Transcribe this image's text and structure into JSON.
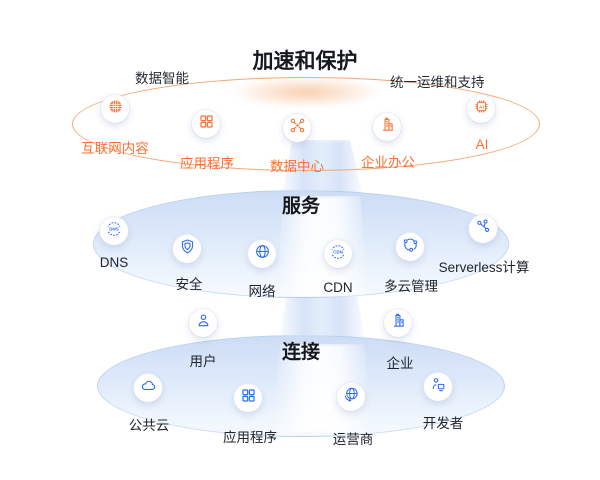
{
  "diagram": {
    "background": "#ffffff",
    "colors": {
      "accent_orange": "#ff6f2f",
      "ring_orange": "#f29e66",
      "glow_orange": "#f8cdac",
      "accent_blue": "#2e6bf0",
      "ellipse_blue_top": "#cddcf6",
      "ellipse_blue_bottom": "#f7fafe",
      "text_dark": "#20252d"
    },
    "tiers": [
      {
        "id": "accelerate-protect",
        "title": "加速和保护",
        "side_labels": [
          {
            "text": "数据智能"
          },
          {
            "text": "统一运维和支持"
          }
        ],
        "items": [
          {
            "label": "互联网内容",
            "icon": "globe-grid-icon"
          },
          {
            "label": "应用程序",
            "icon": "apps-grid-icon"
          },
          {
            "label": "数据中心",
            "icon": "datacenter-hub-icon"
          },
          {
            "label": "企业办公",
            "icon": "office-building-icon"
          },
          {
            "label": "AI",
            "icon": "ai-chip-icon",
            "icon_text": "AI"
          }
        ]
      },
      {
        "id": "services",
        "title": "服务",
        "items": [
          {
            "label": "DNS",
            "icon": "dns-globe-icon",
            "icon_text": "DNS"
          },
          {
            "label": "安全",
            "icon": "shield-icon"
          },
          {
            "label": "网络",
            "icon": "network-globe-icon"
          },
          {
            "label": "CDN",
            "icon": "cdn-globe-icon",
            "icon_text": "CDN"
          },
          {
            "label": "多云管理",
            "icon": "multicloud-cycle-icon"
          },
          {
            "label": "Serverless计算",
            "icon": "serverless-nodes-icon"
          }
        ]
      },
      {
        "id": "connect",
        "title": "连接",
        "items": [
          {
            "label": "用户",
            "icon": "user-icon"
          },
          {
            "label": "企业",
            "icon": "enterprise-building-icon"
          },
          {
            "label": "公共云",
            "icon": "public-cloud-icon"
          },
          {
            "label": "应用程序",
            "icon": "apps-grid-icon"
          },
          {
            "label": "运营商",
            "icon": "carrier-globe-icon"
          },
          {
            "label": "开发者",
            "icon": "developer-icon"
          }
        ]
      }
    ]
  }
}
